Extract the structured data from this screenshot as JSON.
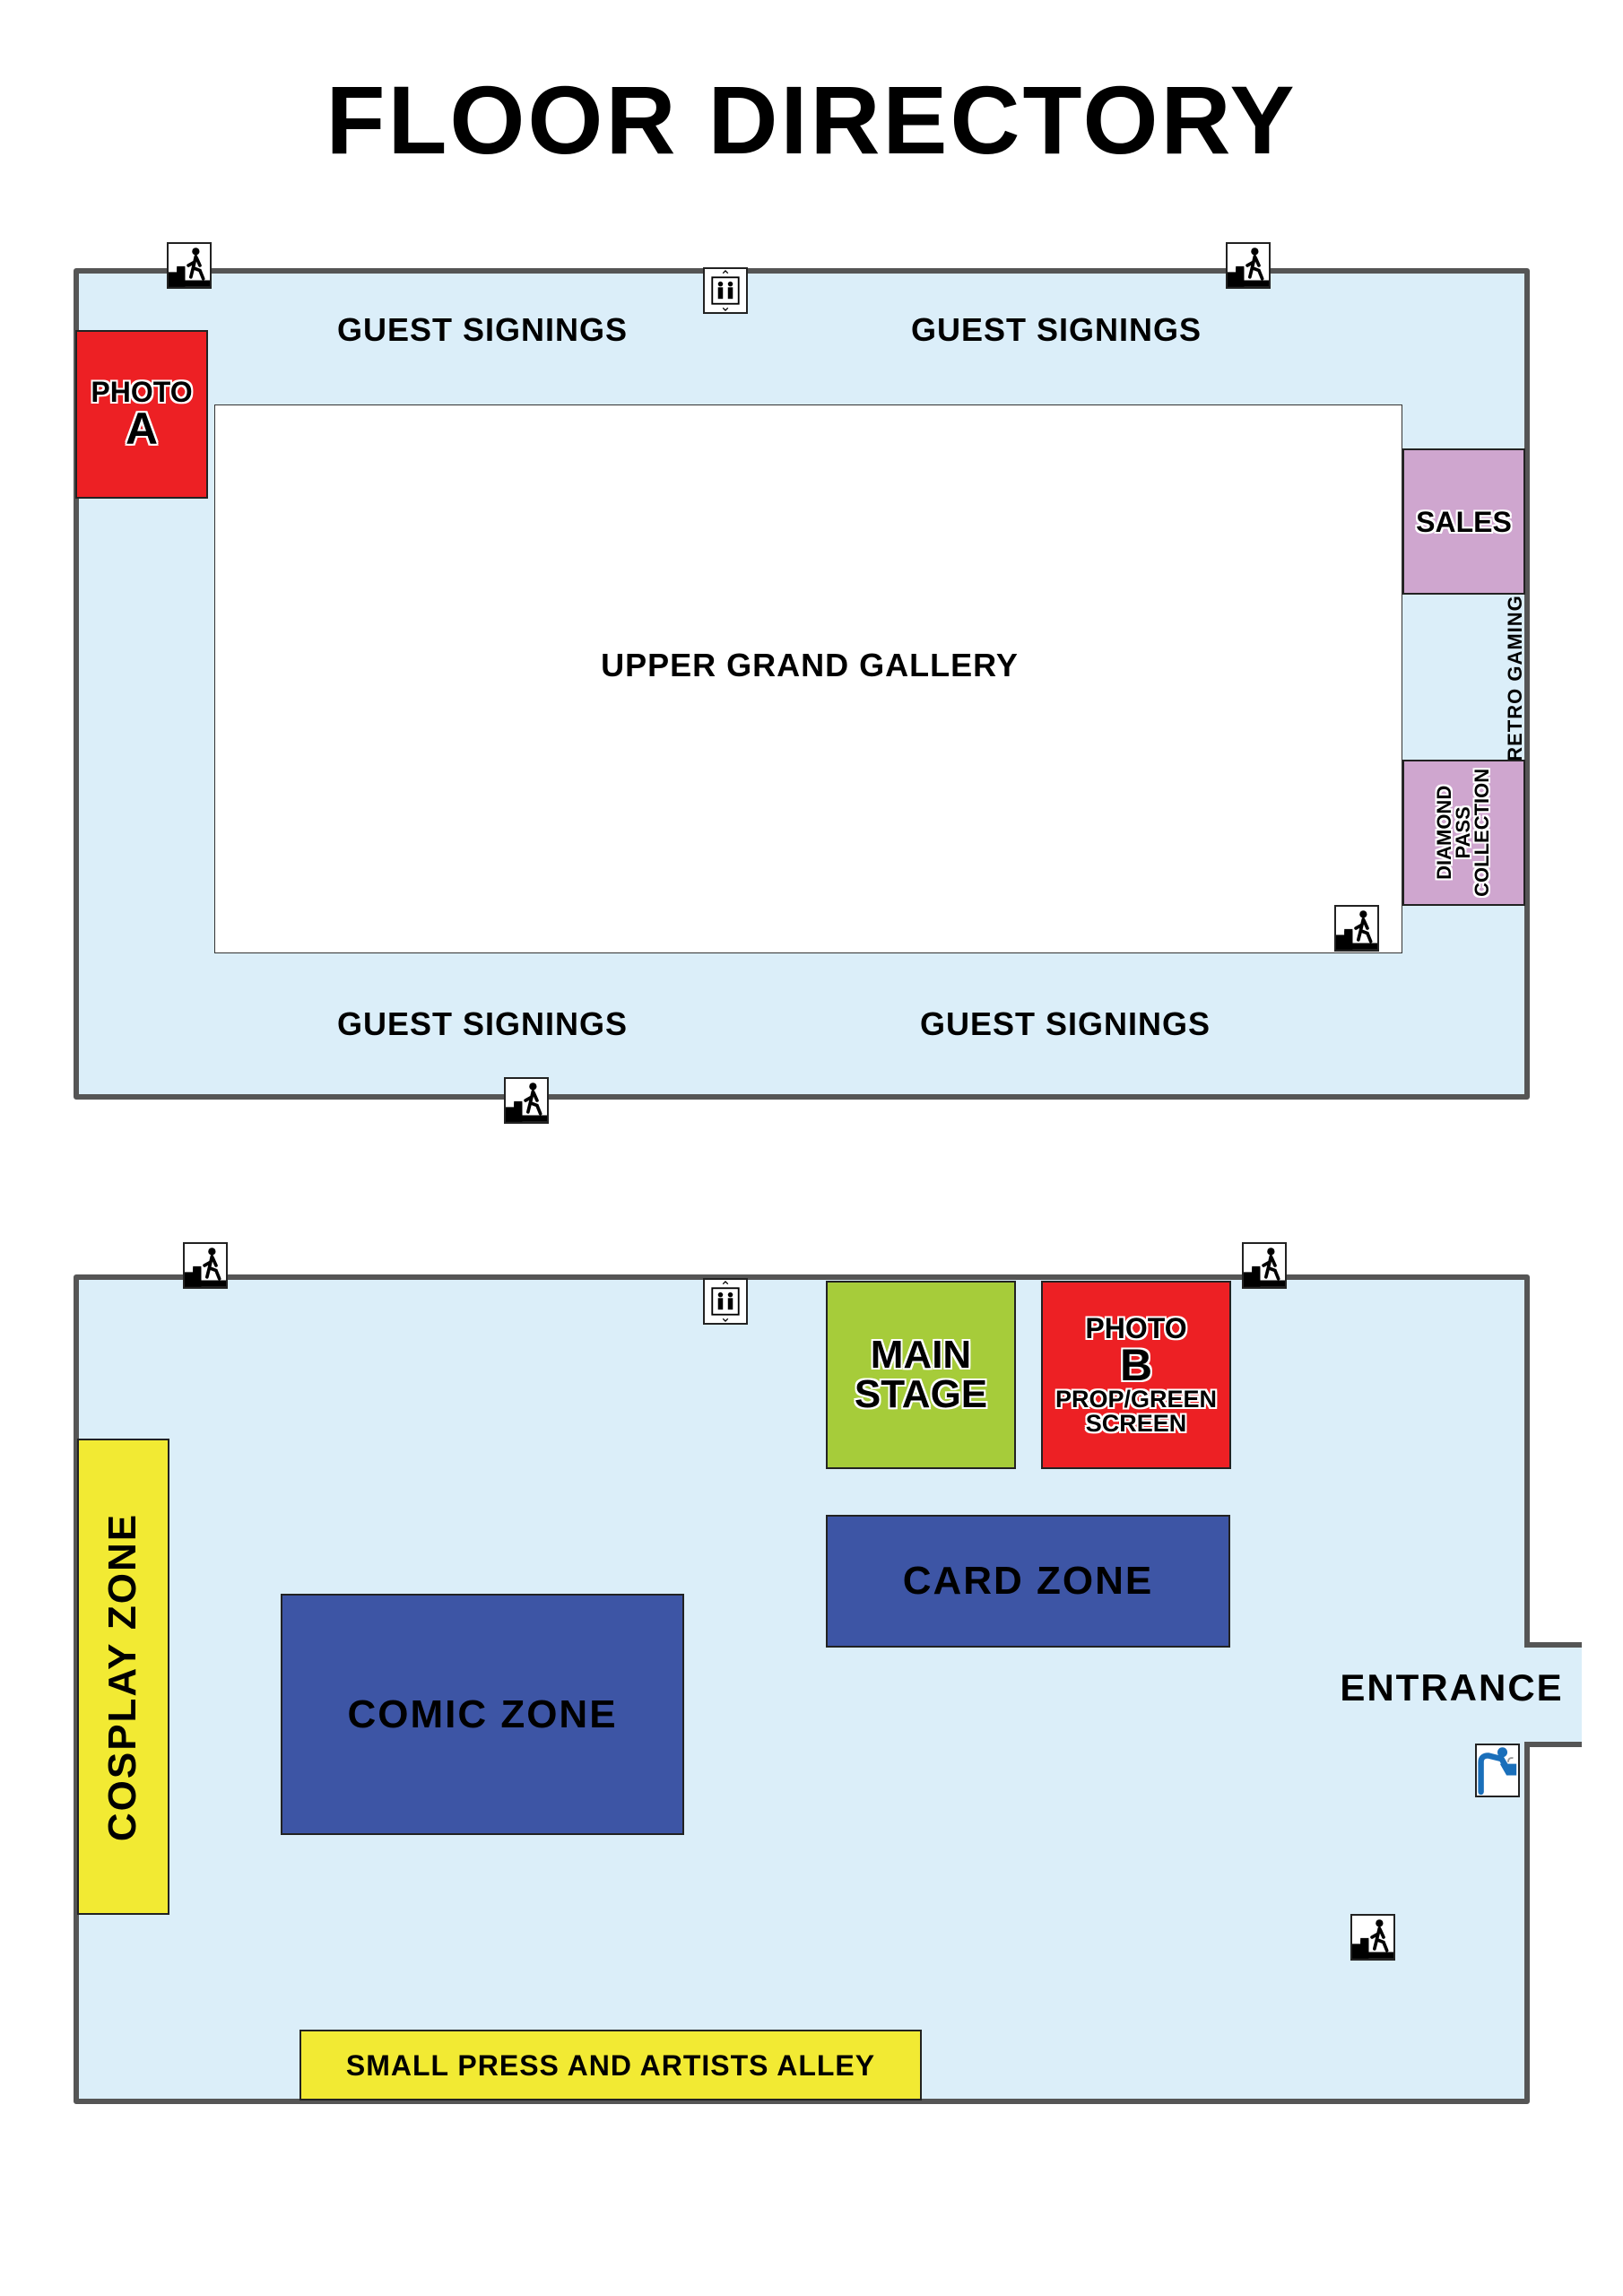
{
  "title": "FLOOR DIRECTORY",
  "upper_floor": {
    "guest_signings": [
      "GUEST SIGNINGS",
      "GUEST SIGNINGS",
      "GUEST SIGNINGS",
      "GUEST SIGNINGS"
    ],
    "gallery": "UPPER GRAND GALLERY",
    "photo_a": {
      "line1": "PHOTO",
      "line2": "A"
    },
    "sales": "SALES",
    "retro_gaming": "RETRO GAMING",
    "diamond": {
      "line1": "DIAMOND",
      "line2": "PASS",
      "line3": "COLLECTION"
    }
  },
  "lower_floor": {
    "main_stage": {
      "line1": "MAIN",
      "line2": "STAGE"
    },
    "photo_b": {
      "line1": "PHOTO",
      "line2": "B",
      "line3": "PROP/GREEN",
      "line4": "SCREEN"
    },
    "card_zone": "CARD ZONE",
    "comic_zone": "COMIC ZONE",
    "cosplay_zone": "COSPLAY ZONE",
    "small_press": "SMALL PRESS AND ARTISTS ALLEY",
    "entrance": "ENTRANCE"
  },
  "colors": {
    "floor": "#dbeef9",
    "photo": "#ed2024",
    "purple": "#cfa6cf",
    "stage": "#a6cc3a",
    "blue": "#3d55a5",
    "yellow": "#f2ea33",
    "water": "#1a6fba"
  },
  "icons": [
    "stairs-icon",
    "elevator-icon",
    "water-fountain-icon"
  ]
}
